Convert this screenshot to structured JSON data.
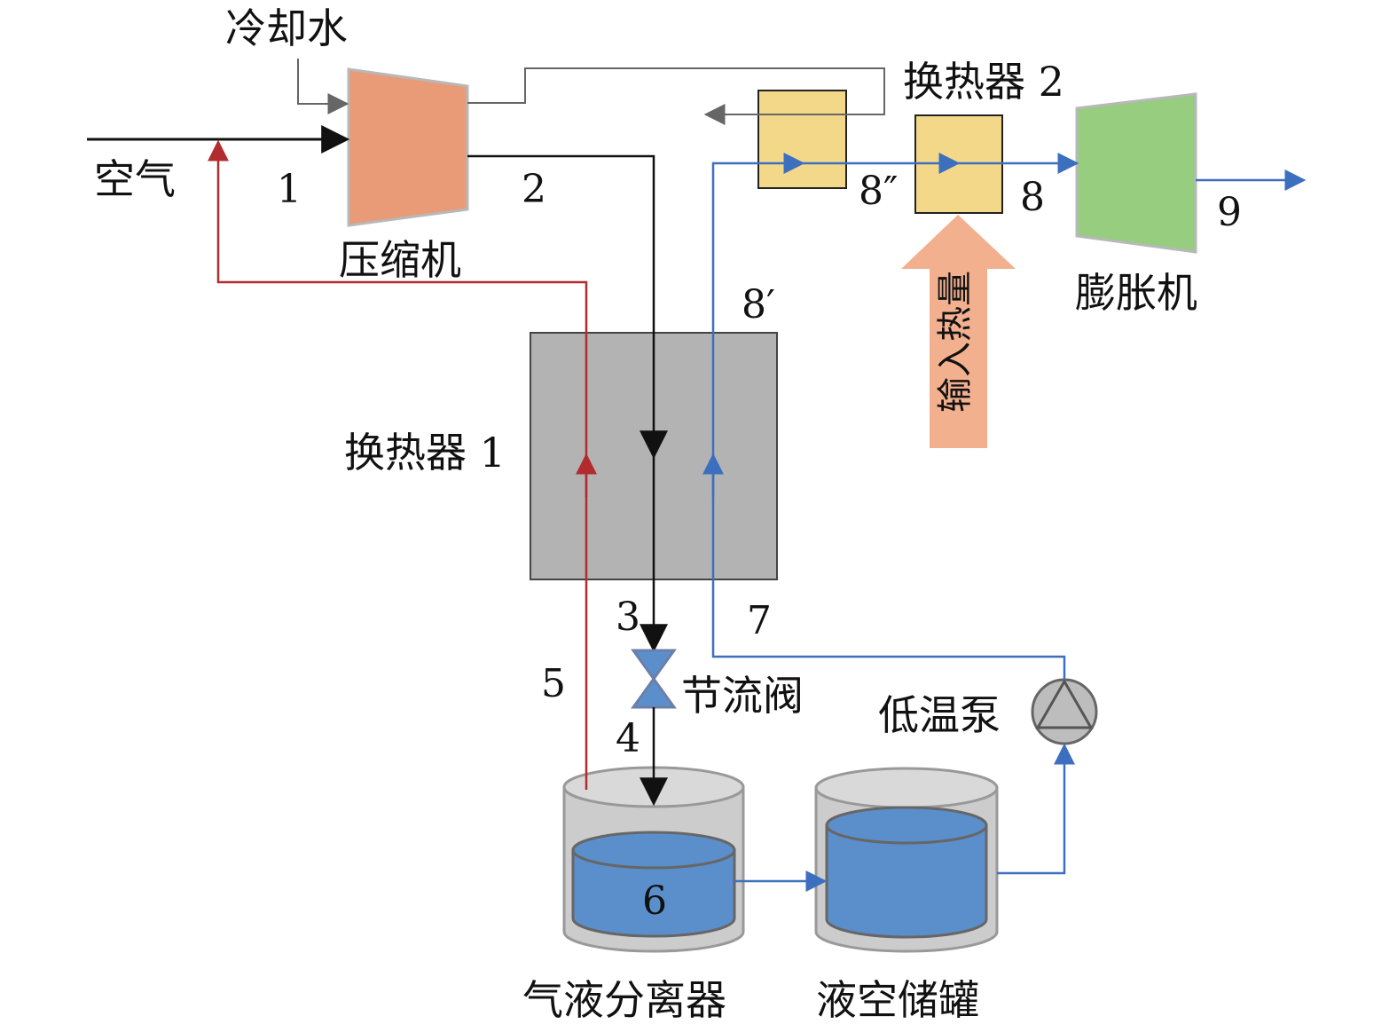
{
  "labels": {
    "cooling_water": "冷却水",
    "air": "空气",
    "compressor": "压缩机",
    "hx1": "换热器 1",
    "hx2": "换热器 2",
    "expander": "膨胀机",
    "throttle": "节流阀",
    "pump": "低温泵",
    "separator": "气液分离器",
    "tank": "液空储罐",
    "heat_input": "输入热量"
  },
  "states": {
    "s1": "1",
    "s2": "2",
    "s3": "3",
    "s4": "4",
    "s5": "5",
    "s6": "6",
    "s7": "7",
    "s8": "8",
    "s8p": "8′",
    "s8pp": "8″",
    "s9": "9"
  },
  "colors": {
    "compressor": "#e99a76",
    "hx1": "#b3b3b3",
    "hx2": "#f4d88a",
    "expander": "#96cd7e",
    "liquid": "#5b8fcc",
    "vessel": "#cccccc",
    "air_line": "#111111",
    "return_line": "#b22b2e",
    "liquid_line": "#3d6fbf",
    "heat_arrow": "#f2b08f",
    "water_line": "#666666"
  }
}
